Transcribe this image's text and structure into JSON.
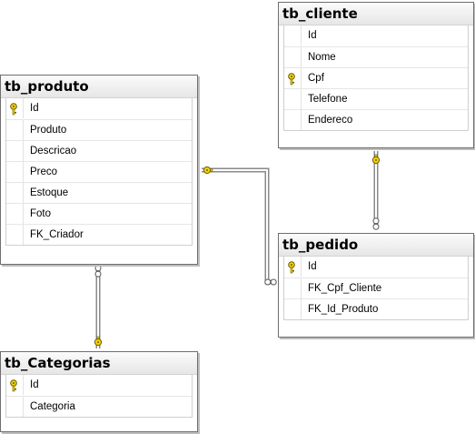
{
  "colors": {
    "line": "#8a8a8a",
    "key": "#f2d400",
    "key_stroke": "#6a5a00",
    "ring": "#ffffff"
  },
  "tables": {
    "produto": {
      "title": "tb_produto",
      "columns": [
        {
          "name": "Id",
          "pk": true
        },
        {
          "name": "Produto",
          "pk": false
        },
        {
          "name": "Descricao",
          "pk": false
        },
        {
          "name": "Preco",
          "pk": false
        },
        {
          "name": "Estoque",
          "pk": false
        },
        {
          "name": "Foto",
          "pk": false
        },
        {
          "name": "FK_Criador",
          "pk": false
        }
      ]
    },
    "cliente": {
      "title": "tb_cliente",
      "columns": [
        {
          "name": "Id",
          "pk": false
        },
        {
          "name": "Nome",
          "pk": false
        },
        {
          "name": "Cpf",
          "pk": true
        },
        {
          "name": "Telefone",
          "pk": false
        },
        {
          "name": "Endereco",
          "pk": false
        }
      ]
    },
    "pedido": {
      "title": "tb_pedido",
      "columns": [
        {
          "name": "Id",
          "pk": true
        },
        {
          "name": "FK_Cpf_Cliente",
          "pk": false
        },
        {
          "name": "FK_Id_Produto",
          "pk": false
        }
      ]
    },
    "categorias": {
      "title": "tb_Categorias",
      "columns": [
        {
          "name": "Id",
          "pk": true
        },
        {
          "name": "Categoria",
          "pk": false
        }
      ]
    }
  },
  "relationships": [
    {
      "from": "produto",
      "to": "pedido"
    },
    {
      "from": "cliente",
      "to": "pedido"
    },
    {
      "from": "categorias",
      "to": "produto"
    }
  ]
}
